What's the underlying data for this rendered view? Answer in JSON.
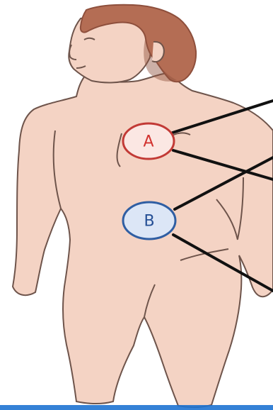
{
  "figure": {
    "markers": [
      {
        "id": "A",
        "label": "A",
        "fill": "#fbe7e3",
        "stroke": "#c23a36",
        "text_color": "#d2322f"
      },
      {
        "id": "B",
        "label": "B",
        "fill": "#dce6f6",
        "stroke": "#2f5ea3",
        "text_color": "#254f95"
      }
    ],
    "colors": {
      "skin": "#f4d3c4",
      "outline": "#6e544b",
      "hair": "#b46d54",
      "hair_dark": "#8e4f3c",
      "leader_line": "#111111",
      "bottom_band": "#1e73d2"
    }
  }
}
